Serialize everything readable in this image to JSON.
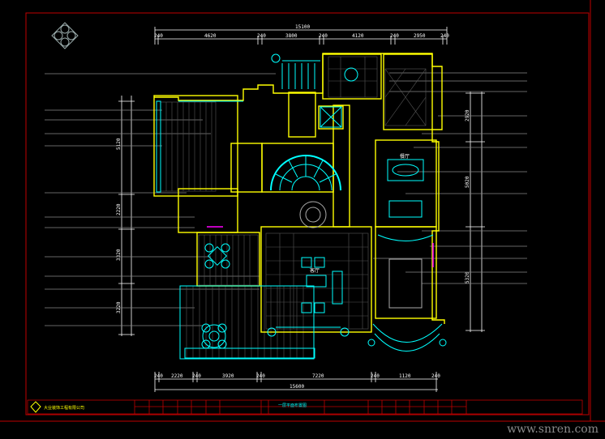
{
  "drawing": {
    "top_dimensions": {
      "total": "15100",
      "segments": [
        "240",
        "4620",
        "240",
        "3800",
        "240",
        "4120",
        "240",
        "2950",
        "240"
      ]
    },
    "bottom_dimensions": {
      "total": "15600",
      "segments": [
        "240",
        "2220",
        "240",
        "3920",
        "240",
        "7220",
        "240",
        "1120",
        "240"
      ]
    },
    "left_dimensions": [
      "5120",
      "2220",
      "3320",
      "3220"
    ],
    "right_dimensions": [
      "2920",
      "5020",
      "5320"
    ],
    "rooms": {
      "living": "客厅",
      "dining": "餐厅"
    }
  },
  "title_block": {
    "company": "大业装饰工程有限公司",
    "drawing_title": "一层平面布置图"
  },
  "watermark": "www.snren.com",
  "colors": {
    "wall": "#ffff00",
    "fixture": "#00ffff",
    "frame": "#c00000",
    "text": "#ffffff",
    "grey": "#808080"
  }
}
